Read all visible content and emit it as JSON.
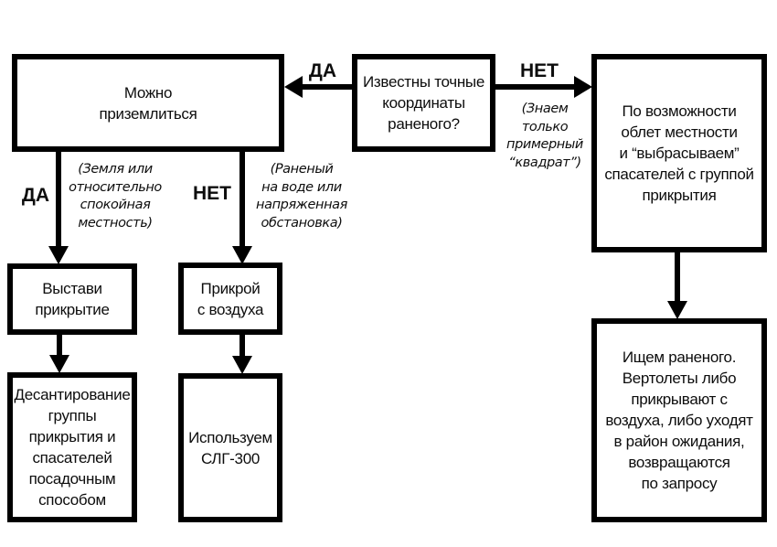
{
  "diagram": {
    "decision": {
      "question": "Известны точные\nкоординаты\nраненого?",
      "yes_label": "ДА",
      "no_label": "НЕТ",
      "no_note": "(Знаем\nтолько\nпримерный\n“квадрат”)"
    },
    "land_branch": {
      "can_land": "Можно\nприземлиться",
      "yes_label": "ДА",
      "yes_note": "(Земля или\nотносительно\nспокойная\nместность)",
      "no_label": "НЕТ",
      "no_note": "(Раненый\nна воде или\nнапряженная\nобстановка)",
      "set_cover": "Выстави\nприкрытие",
      "landing_method": "Десантирование\nгруппы\nприкрытия и\nспасателей\nпосадочным\nспособом",
      "cover_from_air": "Прикрой\nс воздуха",
      "use_slg": "Используем\nСЛГ-300"
    },
    "no_coords_branch": {
      "overfly": "По возможности\nоблет местности\nи “выбрасываем”\nспасателей с группой\nприкрытия",
      "search": "Ищем раненого.\nВертолеты либо\nприкрывают с\nвоздуха, либо уходят\nв район ожидания,\nвозвращаются\nпо запросу"
    },
    "colors": {
      "stroke": "#000000",
      "background": "#ffffff"
    }
  }
}
